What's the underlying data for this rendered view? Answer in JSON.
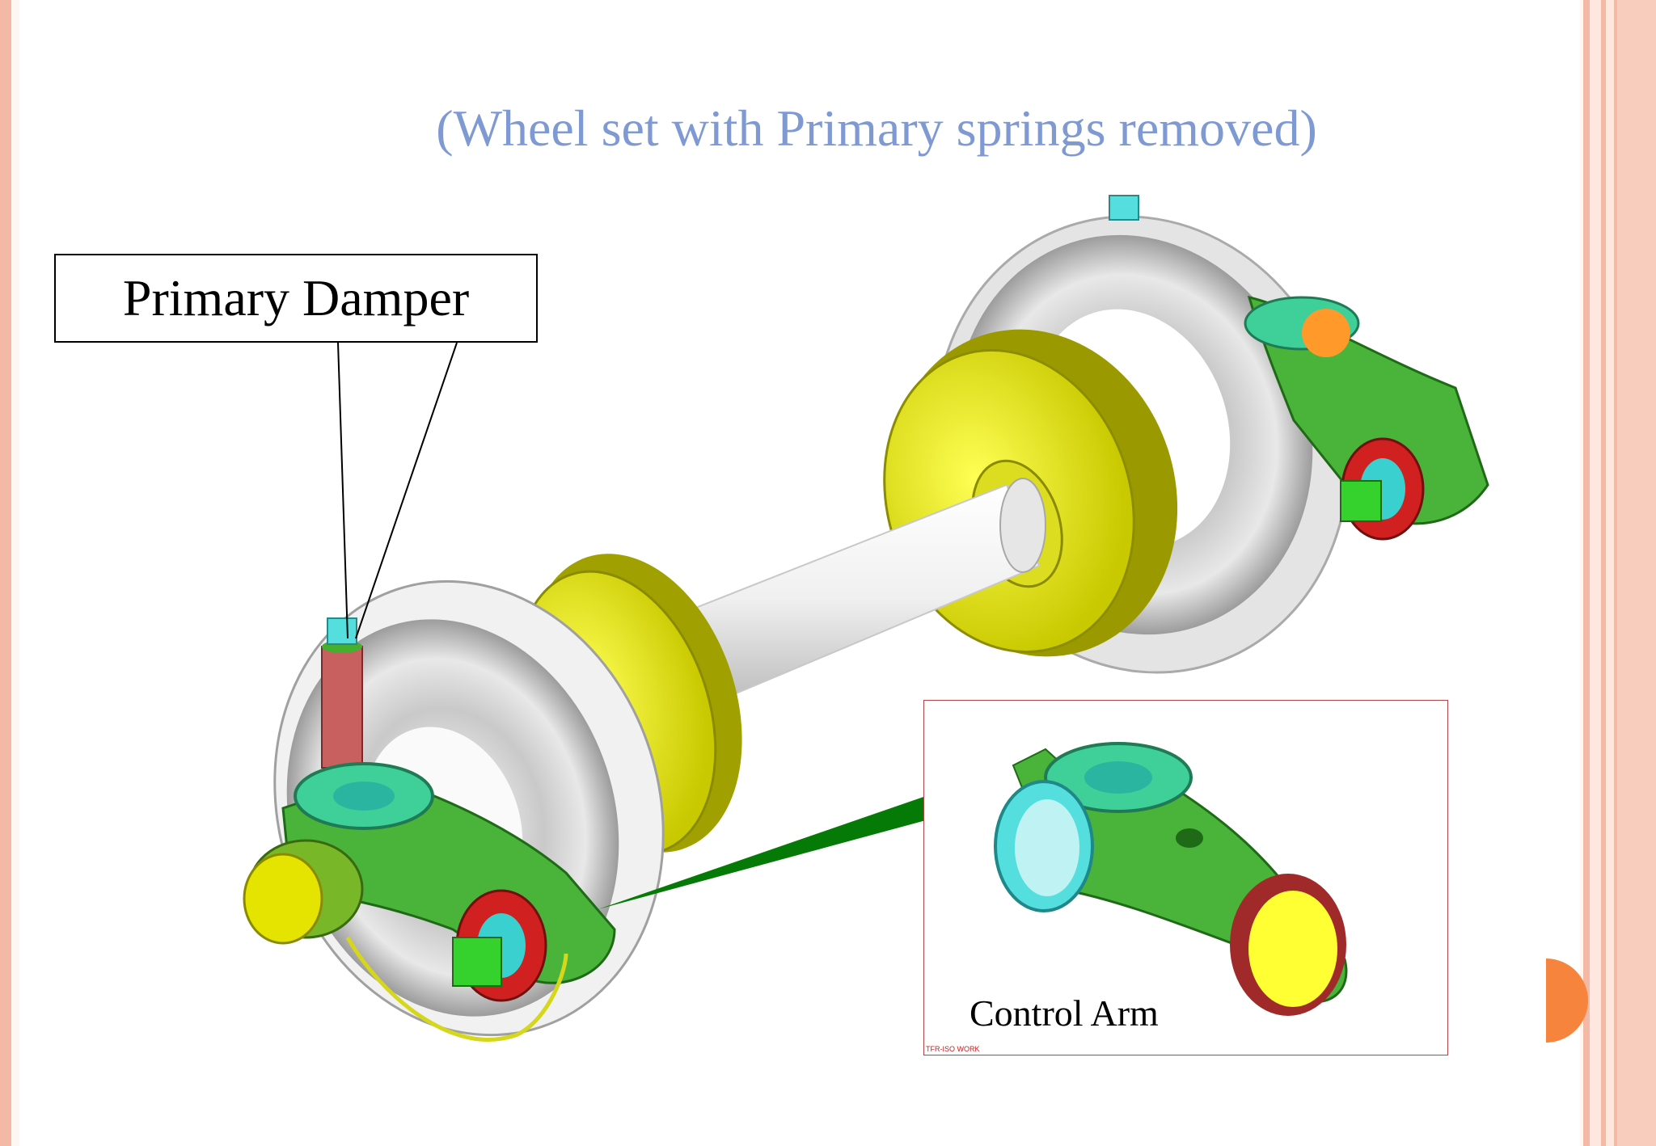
{
  "title": "(Wheel set with Primary springs removed)",
  "callout": {
    "label": "Primary Damper"
  },
  "inset": {
    "label": "Control Arm",
    "watermark": "TFR-ISO WORK"
  },
  "colors": {
    "title": "#7f99d3",
    "wheel": "#e9e9e9",
    "brake_disc": "#eaea1a",
    "control_arm": "#45b030",
    "axle_box": "#55dede",
    "damper": "#c86060",
    "slide_border": "#f4b9a4",
    "nav_marker": "#f7843c"
  }
}
